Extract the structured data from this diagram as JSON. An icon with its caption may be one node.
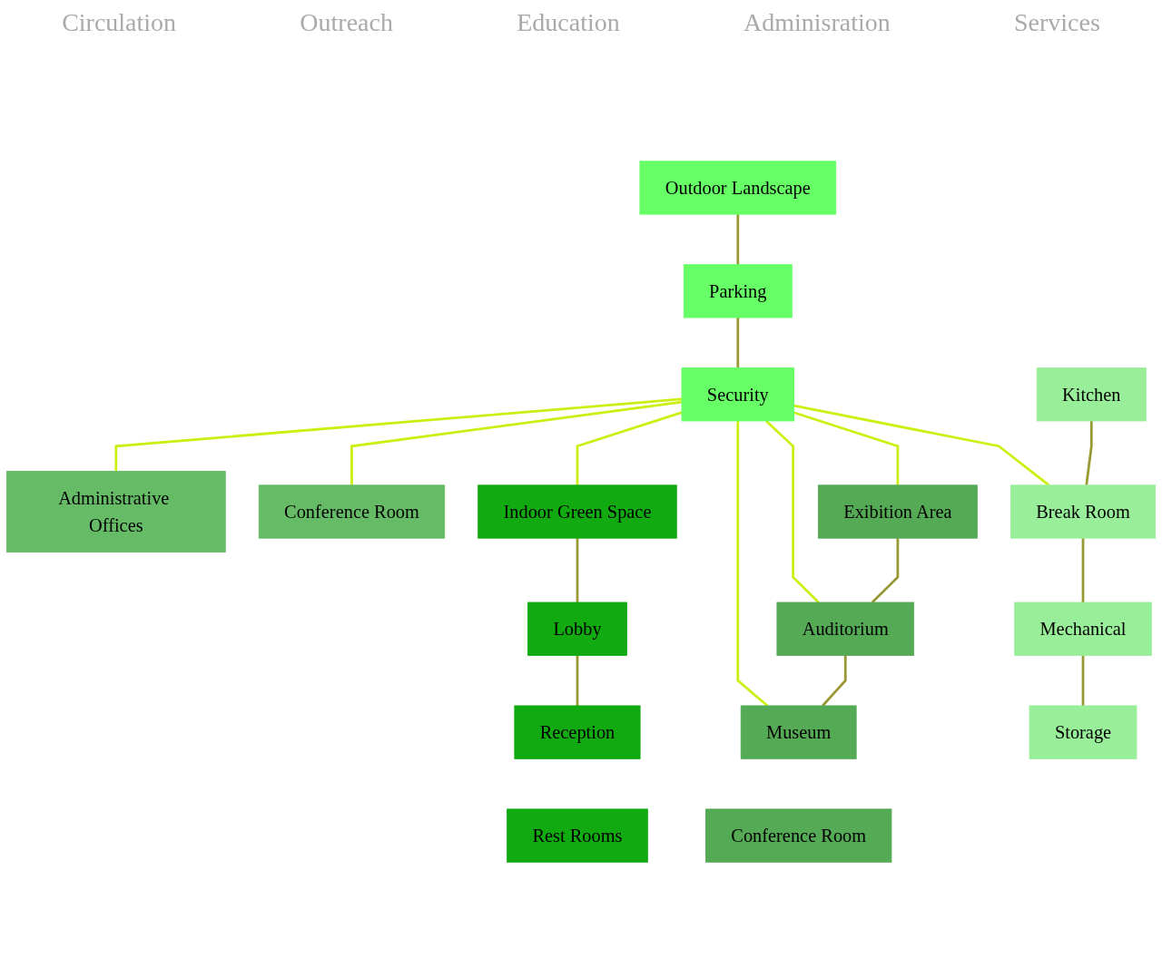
{
  "diagram": {
    "nodes": [
      {
        "text": [
          "Parking"
        ]
      },
      {
        "text": [
          "Outdoor Landscape"
        ]
      },
      {
        "text": [
          "Security"
        ]
      },
      {
        "text": [
          "Administrative Offices"
        ]
      },
      {
        "text": [
          "Conference Room"
        ]
      },
      {
        "text": [
          "Indoor Green Space"
        ]
      },
      {
        "text": [
          "Lobby"
        ]
      },
      {
        "text": [
          "Reception"
        ]
      },
      {
        "text": [
          "Rest Rooms"
        ]
      },
      {
        "text": [
          "Exibition Area"
        ]
      },
      {
        "text": [
          "Auditorium"
        ]
      },
      {
        "text": [
          "Museum"
        ]
      },
      {
        "text": [
          "Conference Room"
        ]
      },
      {
        "text": [
          "Kitchen"
        ]
      },
      {
        "text": [
          "Break Room"
        ]
      },
      {
        "text": [
          "Mechanical"
        ]
      },
      {
        "text": [
          "Storage"
        ]
      }
    ],
    "edges": [
      {
        "from": 0,
        "to": 1,
        "arrow": "none"
      },
      {
        "from": 0,
        "to": 2,
        "arrow": "none"
      },
      {
        "from": 2,
        "to": 3,
        "arrow": "none",
        "color": "#ccee11"
      },
      {
        "from": 2,
        "to": 4,
        "arrow": "none",
        "color": "#ccee11"
      },
      {
        "from": 2,
        "to": 5,
        "arrow": "none",
        "color": "#ccee11"
      },
      {
        "from": 5,
        "to": 6,
        "arrow": "none"
      },
      {
        "from": 6,
        "to": 7,
        "arrow": "none"
      },
      {
        "from": 2,
        "to": 9,
        "arrow": "none",
        "color": "#ccee11"
      },
      {
        "from": 2,
        "to": 10,
        "arrow": "none",
        "color": "#ccee11"
      },
      {
        "from": 2,
        "to": 11,
        "arrow": "none",
        "color": "#ccee11"
      },
      {
        "from": 9,
        "to": 10,
        "arrow": "none"
      },
      {
        "from": 10,
        "to": 11,
        "arrow": "none"
      },
      {
        "from": 2,
        "to": 14,
        "arrow": "none",
        "color": "#ccee11"
      },
      {
        "from": 13,
        "to": 14,
        "arrow": "none"
      },
      {
        "from": 14,
        "to": 15,
        "arrow": "none"
      },
      {
        "from": 15,
        "to": 16,
        "arrow": "none"
      }
    ],
    "labels": [
      "Circulation",
      "Outreach",
      "Education",
      "Adminisration",
      "Services"
    ]
  }
}
